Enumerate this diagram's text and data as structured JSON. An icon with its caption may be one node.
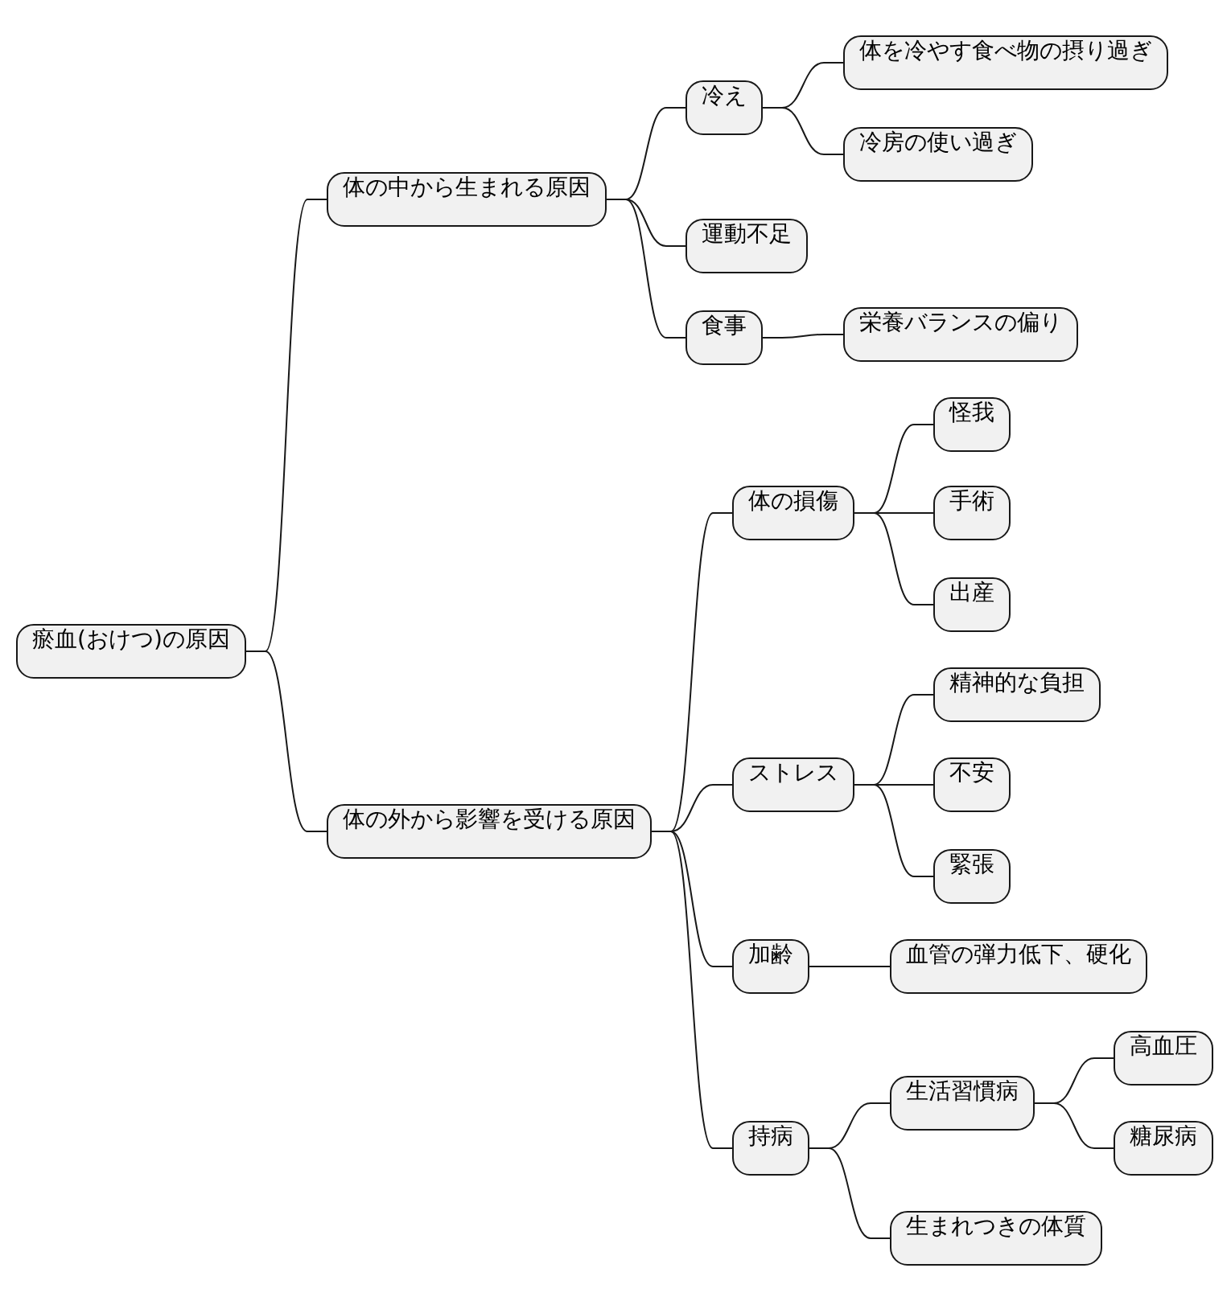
{
  "diagram": {
    "nodes": [
      {
        "text": [
          "瘀血(おけつ)の原因"
        ]
      },
      {
        "text": [
          "体の中から生まれる原因"
        ]
      },
      {
        "text": [
          "冷え"
        ]
      },
      {
        "text": [
          "体を冷やす食べ物の摂り過ぎ"
        ]
      },
      {
        "text": [
          "冷房の使い過ぎ"
        ]
      },
      {
        "text": [
          "運動不足"
        ]
      },
      {
        "text": [
          "食事"
        ]
      },
      {
        "text": [
          "栄養バランスの偏り"
        ]
      },
      {
        "text": [
          "体の外から影響を受ける原因"
        ]
      },
      {
        "text": [
          "体の損傷"
        ]
      },
      {
        "text": [
          "怪我"
        ]
      },
      {
        "text": [
          "手術"
        ]
      },
      {
        "text": [
          "出産"
        ]
      },
      {
        "text": [
          "ストレス"
        ]
      },
      {
        "text": [
          "精神的な負担"
        ]
      },
      {
        "text": [
          "不安"
        ]
      },
      {
        "text": [
          "緊張"
        ]
      },
      {
        "text": [
          "加齢"
        ]
      },
      {
        "text": [
          "血管の弾力低下、硬化"
        ]
      },
      {
        "text": [
          "持病"
        ]
      },
      {
        "text": [
          "生活習慣病"
        ]
      },
      {
        "text": [
          "高血圧"
        ]
      },
      {
        "text": [
          "糖尿病"
        ]
      },
      {
        "text": [
          "生まれつきの体質"
        ]
      }
    ],
    "edges": [
      {
        "from": 0,
        "to": 1,
        "arrow": "none"
      },
      {
        "from": 1,
        "to": 2,
        "arrow": "none"
      },
      {
        "from": 2,
        "to": 3,
        "arrow": "none"
      },
      {
        "from": 2,
        "to": 4,
        "arrow": "none"
      },
      {
        "from": 1,
        "to": 5,
        "arrow": "none"
      },
      {
        "from": 1,
        "to": 6,
        "arrow": "none"
      },
      {
        "from": 6,
        "to": 7,
        "arrow": "none"
      },
      {
        "from": 0,
        "to": 8,
        "arrow": "none"
      },
      {
        "from": 8,
        "to": 9,
        "arrow": "none"
      },
      {
        "from": 9,
        "to": 10,
        "arrow": "none"
      },
      {
        "from": 9,
        "to": 11,
        "arrow": "none"
      },
      {
        "from": 9,
        "to": 12,
        "arrow": "none"
      },
      {
        "from": 8,
        "to": 13,
        "arrow": "none"
      },
      {
        "from": 13,
        "to": 14,
        "arrow": "none"
      },
      {
        "from": 13,
        "to": 15,
        "arrow": "none"
      },
      {
        "from": 13,
        "to": 16,
        "arrow": "none"
      },
      {
        "from": 8,
        "to": 17,
        "arrow": "none"
      },
      {
        "from": 17,
        "to": 18,
        "arrow": "none"
      },
      {
        "from": 8,
        "to": 19,
        "arrow": "none"
      },
      {
        "from": 19,
        "to": 20,
        "arrow": "none"
      },
      {
        "from": 20,
        "to": 21,
        "arrow": "none"
      },
      {
        "from": 20,
        "to": 22,
        "arrow": "none"
      },
      {
        "from": 19,
        "to": 23,
        "arrow": "none"
      }
    ]
  }
}
